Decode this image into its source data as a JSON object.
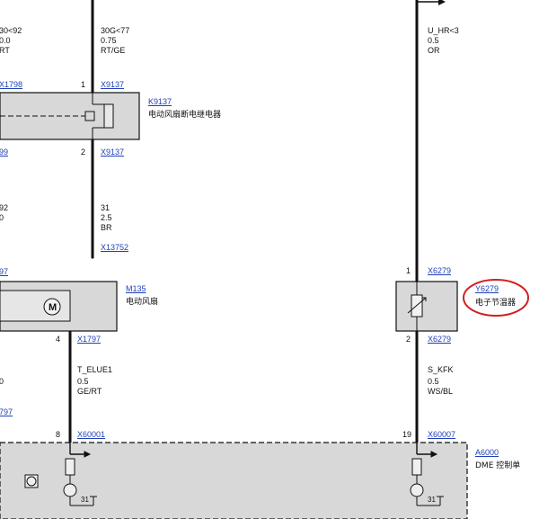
{
  "colors": {
    "wire": "#111111",
    "box_fill": "#d8d8d8",
    "link": "#1f3fb8",
    "highlight": "#d02020"
  },
  "left_top_fragment": {
    "l1": "30<92",
    "l2": "0.0",
    "l3": "RT",
    "pin_link": "X1798"
  },
  "wire_top": {
    "name": "30G<77",
    "size": "0.75",
    "color": "RT/GE"
  },
  "relay_top_pin": {
    "num": "1",
    "link": "X9137"
  },
  "relay": {
    "id": "K9137",
    "label": "电动风扇断电继电器"
  },
  "relay_bottom_pin": {
    "num": "2",
    "link": "X9137"
  },
  "left_mid_fragment": {
    "link": "99",
    "l1": "92",
    "l2": "0"
  },
  "wire_31": {
    "name": "31",
    "size": "2.5",
    "color": "BR",
    "link": "X13752"
  },
  "left_fan_fragment": {
    "link": "97"
  },
  "fan": {
    "id": "M135",
    "label": "电动风扇",
    "pin_num": "4",
    "pin_link": "X1797"
  },
  "wire_elue": {
    "name": "T_ELUE1",
    "size": "0.5",
    "color": "GE/RT"
  },
  "left_low_fragment": {
    "l1": "0",
    "link": "797"
  },
  "dme_left_pin": {
    "num": "8",
    "link": "X60001"
  },
  "wire_right_top": {
    "name": "U_HR<3",
    "size": "0.5",
    "color": "OR"
  },
  "thermostat": {
    "top_pin_num": "1",
    "top_pin_link": "X6279",
    "id": "Y6279",
    "label": "电子节温器",
    "bottom_pin_num": "2",
    "bottom_pin_link": "X6279"
  },
  "wire_kfk": {
    "name": "S_KFK",
    "size": "0.5",
    "color": "WS/BL"
  },
  "dme_right_pin": {
    "num": "19",
    "link": "X60007"
  },
  "dme": {
    "id": "A6000",
    "label": "DME 控制单"
  },
  "ground_left": "31",
  "ground_right": "31"
}
